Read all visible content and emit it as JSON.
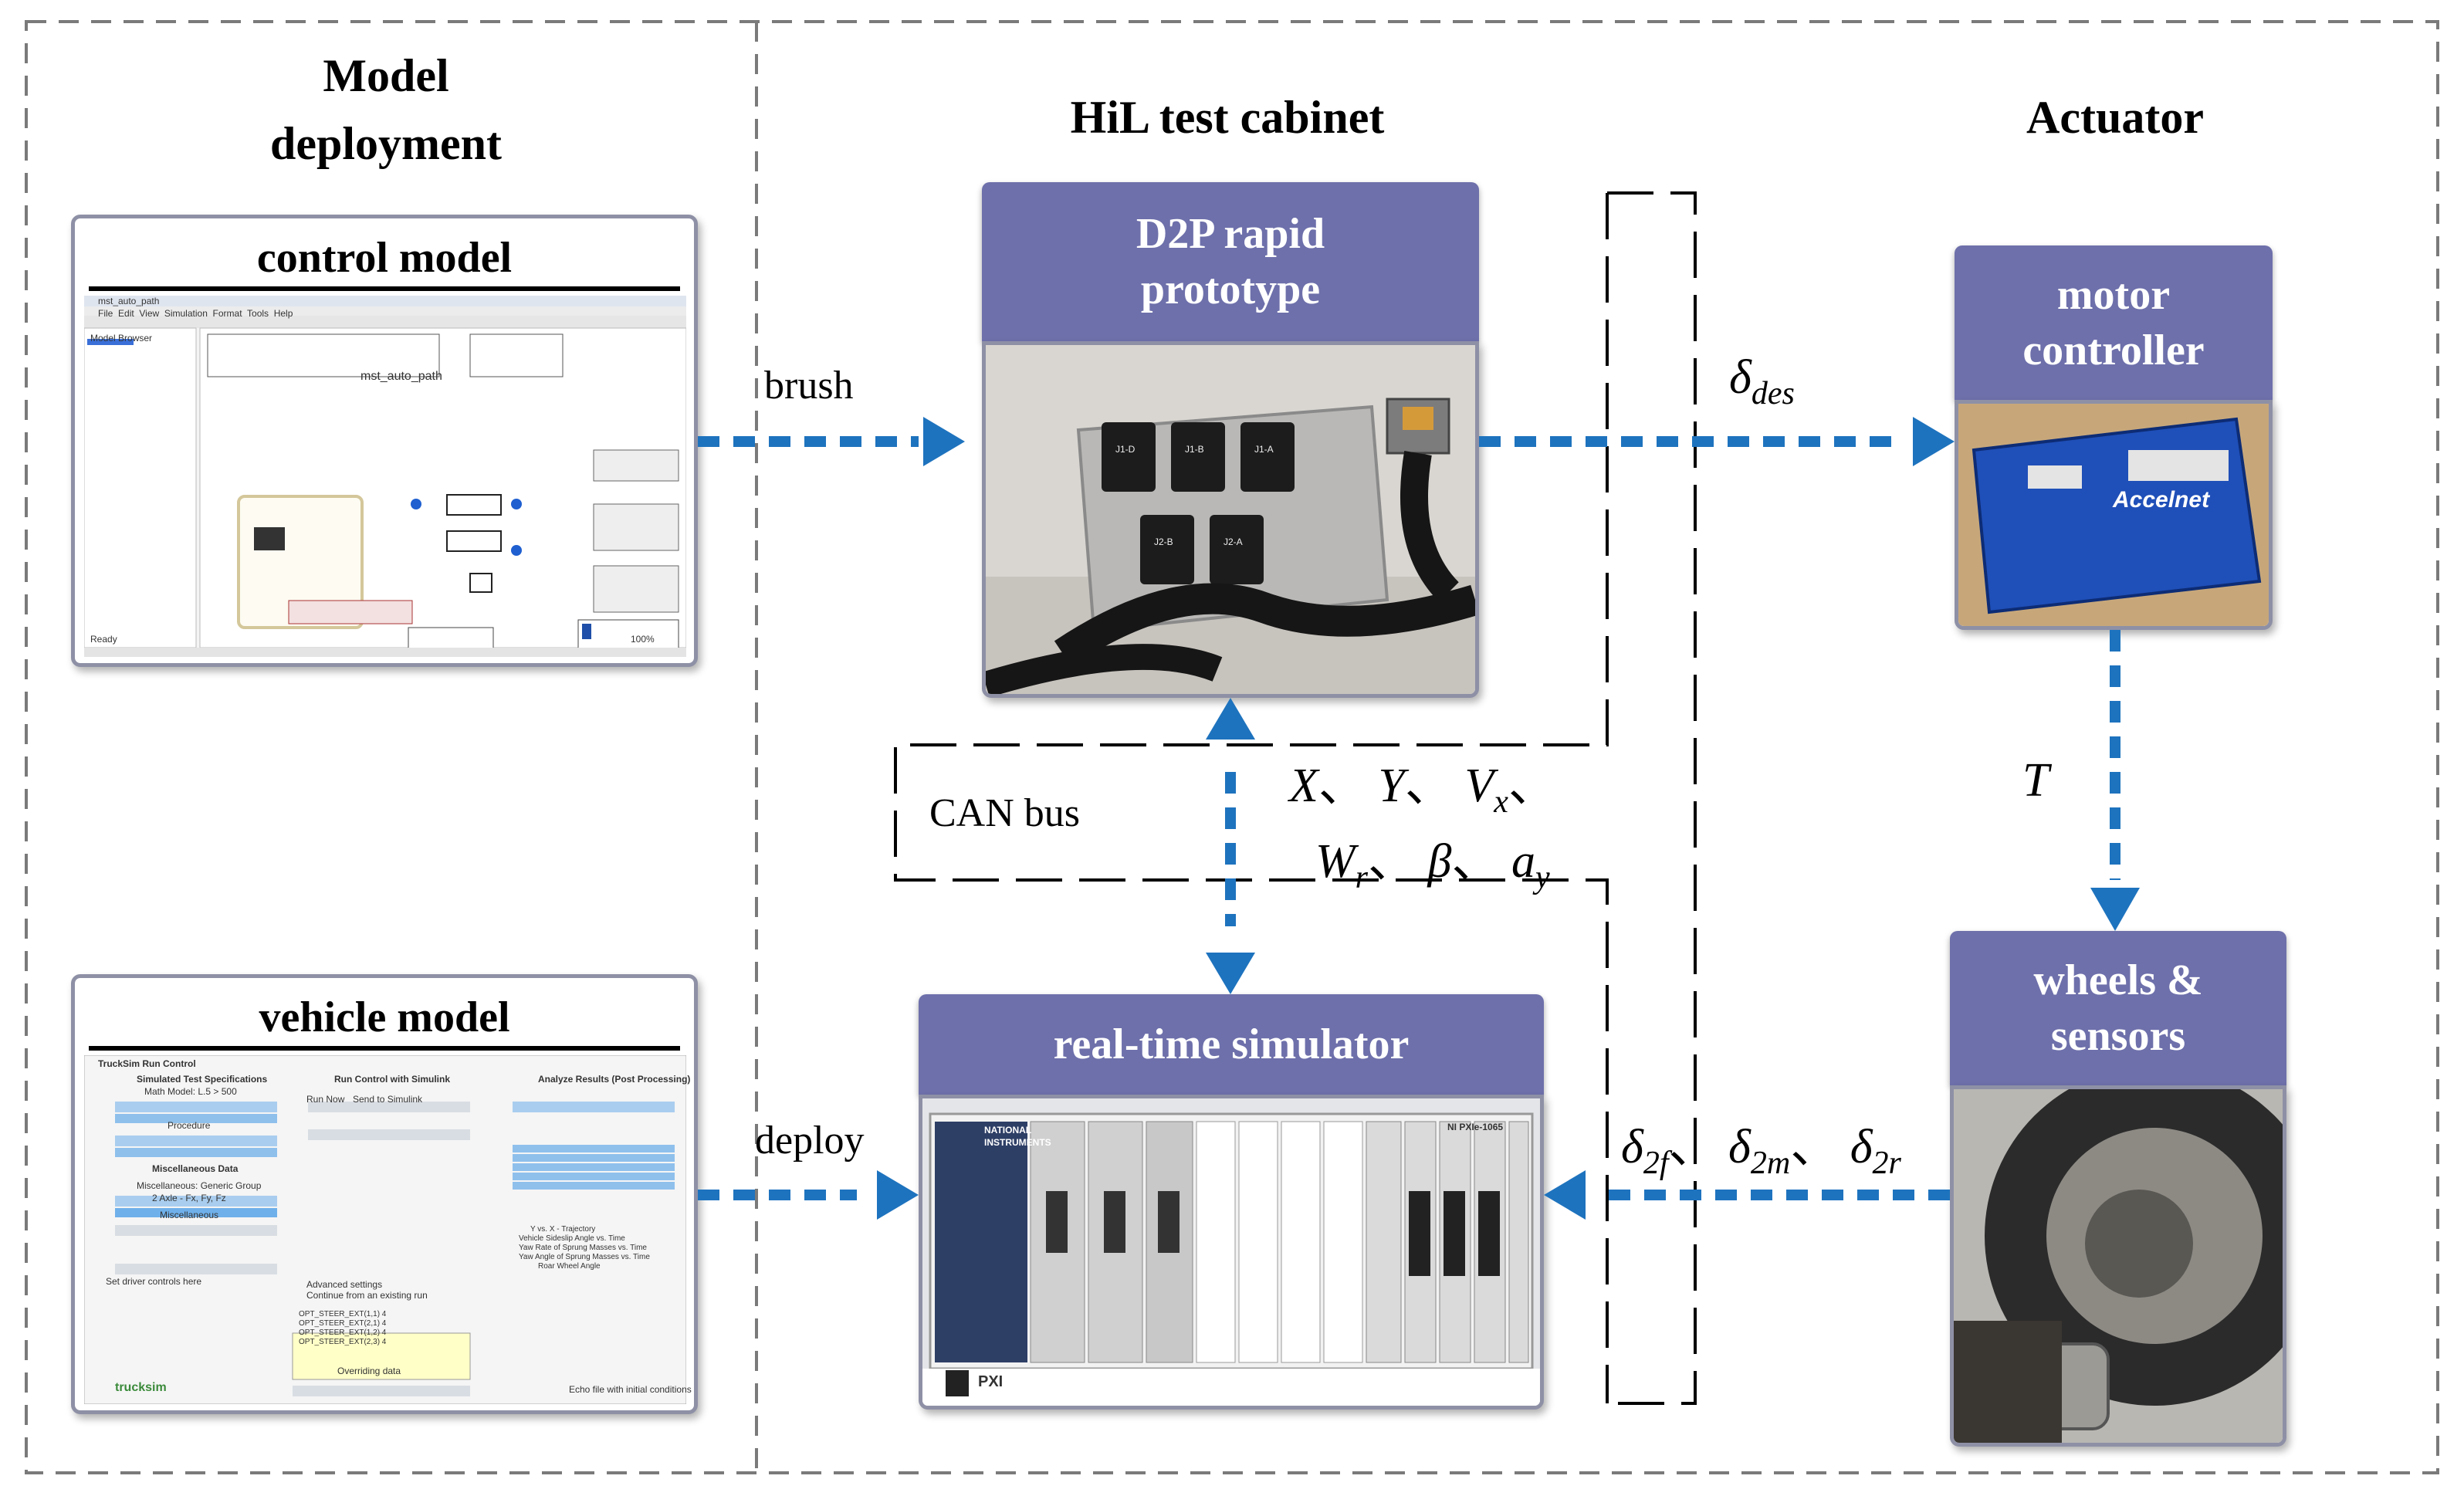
{
  "sections": {
    "model_deployment_line1": "Model",
    "model_deployment_line2": "deployment",
    "hil_cabinet": "HiL test cabinet",
    "actuator": "Actuator"
  },
  "blocks": {
    "control_model": "control model",
    "vehicle_model": "vehicle model",
    "d2p_line1": "D2P rapid",
    "d2p_line2": "prototype",
    "realtime_simulator": "real-time simulator",
    "motor_line1": "motor",
    "motor_line2": "controller",
    "wheels_line1": "wheels &",
    "wheels_line2": "sensors"
  },
  "labels": {
    "brush": "brush",
    "deploy": "deploy",
    "can_bus": "CAN bus"
  },
  "math": {
    "delta": "δ",
    "des": "des",
    "T": "T",
    "X": "X",
    "Y": "Y",
    "V": "V",
    "x": "x",
    "W": "W",
    "r": "r",
    "beta": "β",
    "a": "a",
    "y": "y",
    "sub_2f": "2f",
    "sub_2m": "2m",
    "sub_2r": "2r",
    "sep": "、"
  },
  "screens": {
    "control": {
      "window_title": "mst_auto_path",
      "menu": [
        "File",
        "Edit",
        "View",
        "Simulation",
        "Format",
        "Tools",
        "Help"
      ],
      "model_browser": "Model Browser",
      "model_name": "mst_auto_path",
      "status_left": "Ready",
      "status_right": "100%"
    },
    "vehicle": {
      "tab": "TruckSim Run Control",
      "col1_header": "Simulated Test Specifications",
      "col2_header": "Run Control with Simulink",
      "col3_header": "Analyze Results (Post Processing)",
      "math_model": "Math Model: L.5 > 500",
      "procedure": "Procedure",
      "misc_data": "Miscellaneous Data",
      "misc_generic": "Miscellaneous: Generic Group",
      "axle": "2 Axle - Fx, Fy, Fz",
      "miscellaneous": "Miscellaneous",
      "driver_controls": "Set driver controls here",
      "advanced": "Advanced settings",
      "continue": "Continue from an existing run",
      "overriding": "Overriding data",
      "brand": "trucksim",
      "run_now": "Run Now",
      "send": "Send to Simulink",
      "plots": [
        "Y vs. X - Trajectory",
        "Vehicle Sideslip Angle vs. Time",
        "Yaw Rate of Sprung Masses vs. Time",
        "Yaw Angle of Sprung Masses vs. Time",
        "Roar Wheel Angle"
      ],
      "list_items": [
        "OPT_STEER_EXT(1,1) 4",
        "OPT_STEER_EXT(2,1) 4",
        "OPT_STEER_EXT(1,2) 4",
        "OPT_STEER_EXT(2,3) 4"
      ],
      "echo": "Echo file with initial conditions"
    },
    "ecu": {
      "connector_labels": [
        "J1-D",
        "J1-B",
        "J1-A",
        "J2-B",
        "J2-A"
      ]
    },
    "motor": {
      "brand": "Accelnet"
    },
    "pxi": {
      "maker_line1": "NATIONAL",
      "maker_line2": "INSTRUMENTS",
      "model": "NI PXIe-1065",
      "badge": "PXI"
    }
  },
  "colors": {
    "header": "#6e70ab",
    "arrow": "#1e73be",
    "dashed": "#7a7a7a"
  }
}
